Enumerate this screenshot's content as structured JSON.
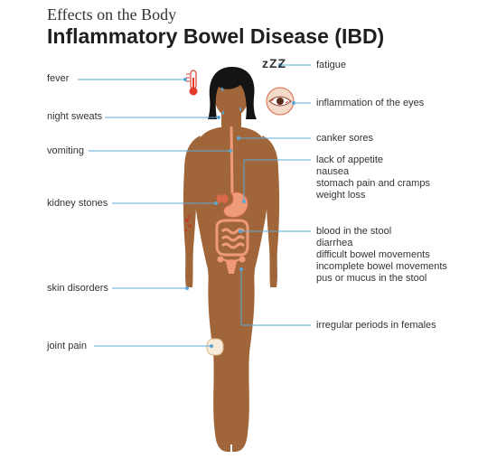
{
  "header": {
    "supertitle": "Effects on the Body",
    "title": "Inflammatory Bowel Disease (IBD)"
  },
  "left_labels": {
    "fever": "fever",
    "night_sweats": "night sweats",
    "vomiting": "vomiting",
    "kidney_stones": "kidney stones",
    "skin_disorders": "skin disorders",
    "joint_pain": "joint pain"
  },
  "right_labels": {
    "fatigue": "fatigue",
    "eyes": "inflammation of the eyes",
    "canker": "canker sores",
    "stomach_group": [
      "lack of appetite",
      "nausea",
      "stomach pain and cramps",
      "weight loss"
    ],
    "bowel_group": [
      "blood in the stool",
      "diarrhea",
      "difficult bowel movements",
      "incomplete bowel movements",
      "pus or mucus in the stool"
    ],
    "periods": "irregular periods in females"
  },
  "sleep_text": "zZZ",
  "colors": {
    "skin": "#a0663a",
    "hair": "#141414",
    "leader_line": "#5aa8d6",
    "organ": "#ef9a78",
    "organ_dark": "#d9694a",
    "thermometer": "#e23b2e"
  }
}
